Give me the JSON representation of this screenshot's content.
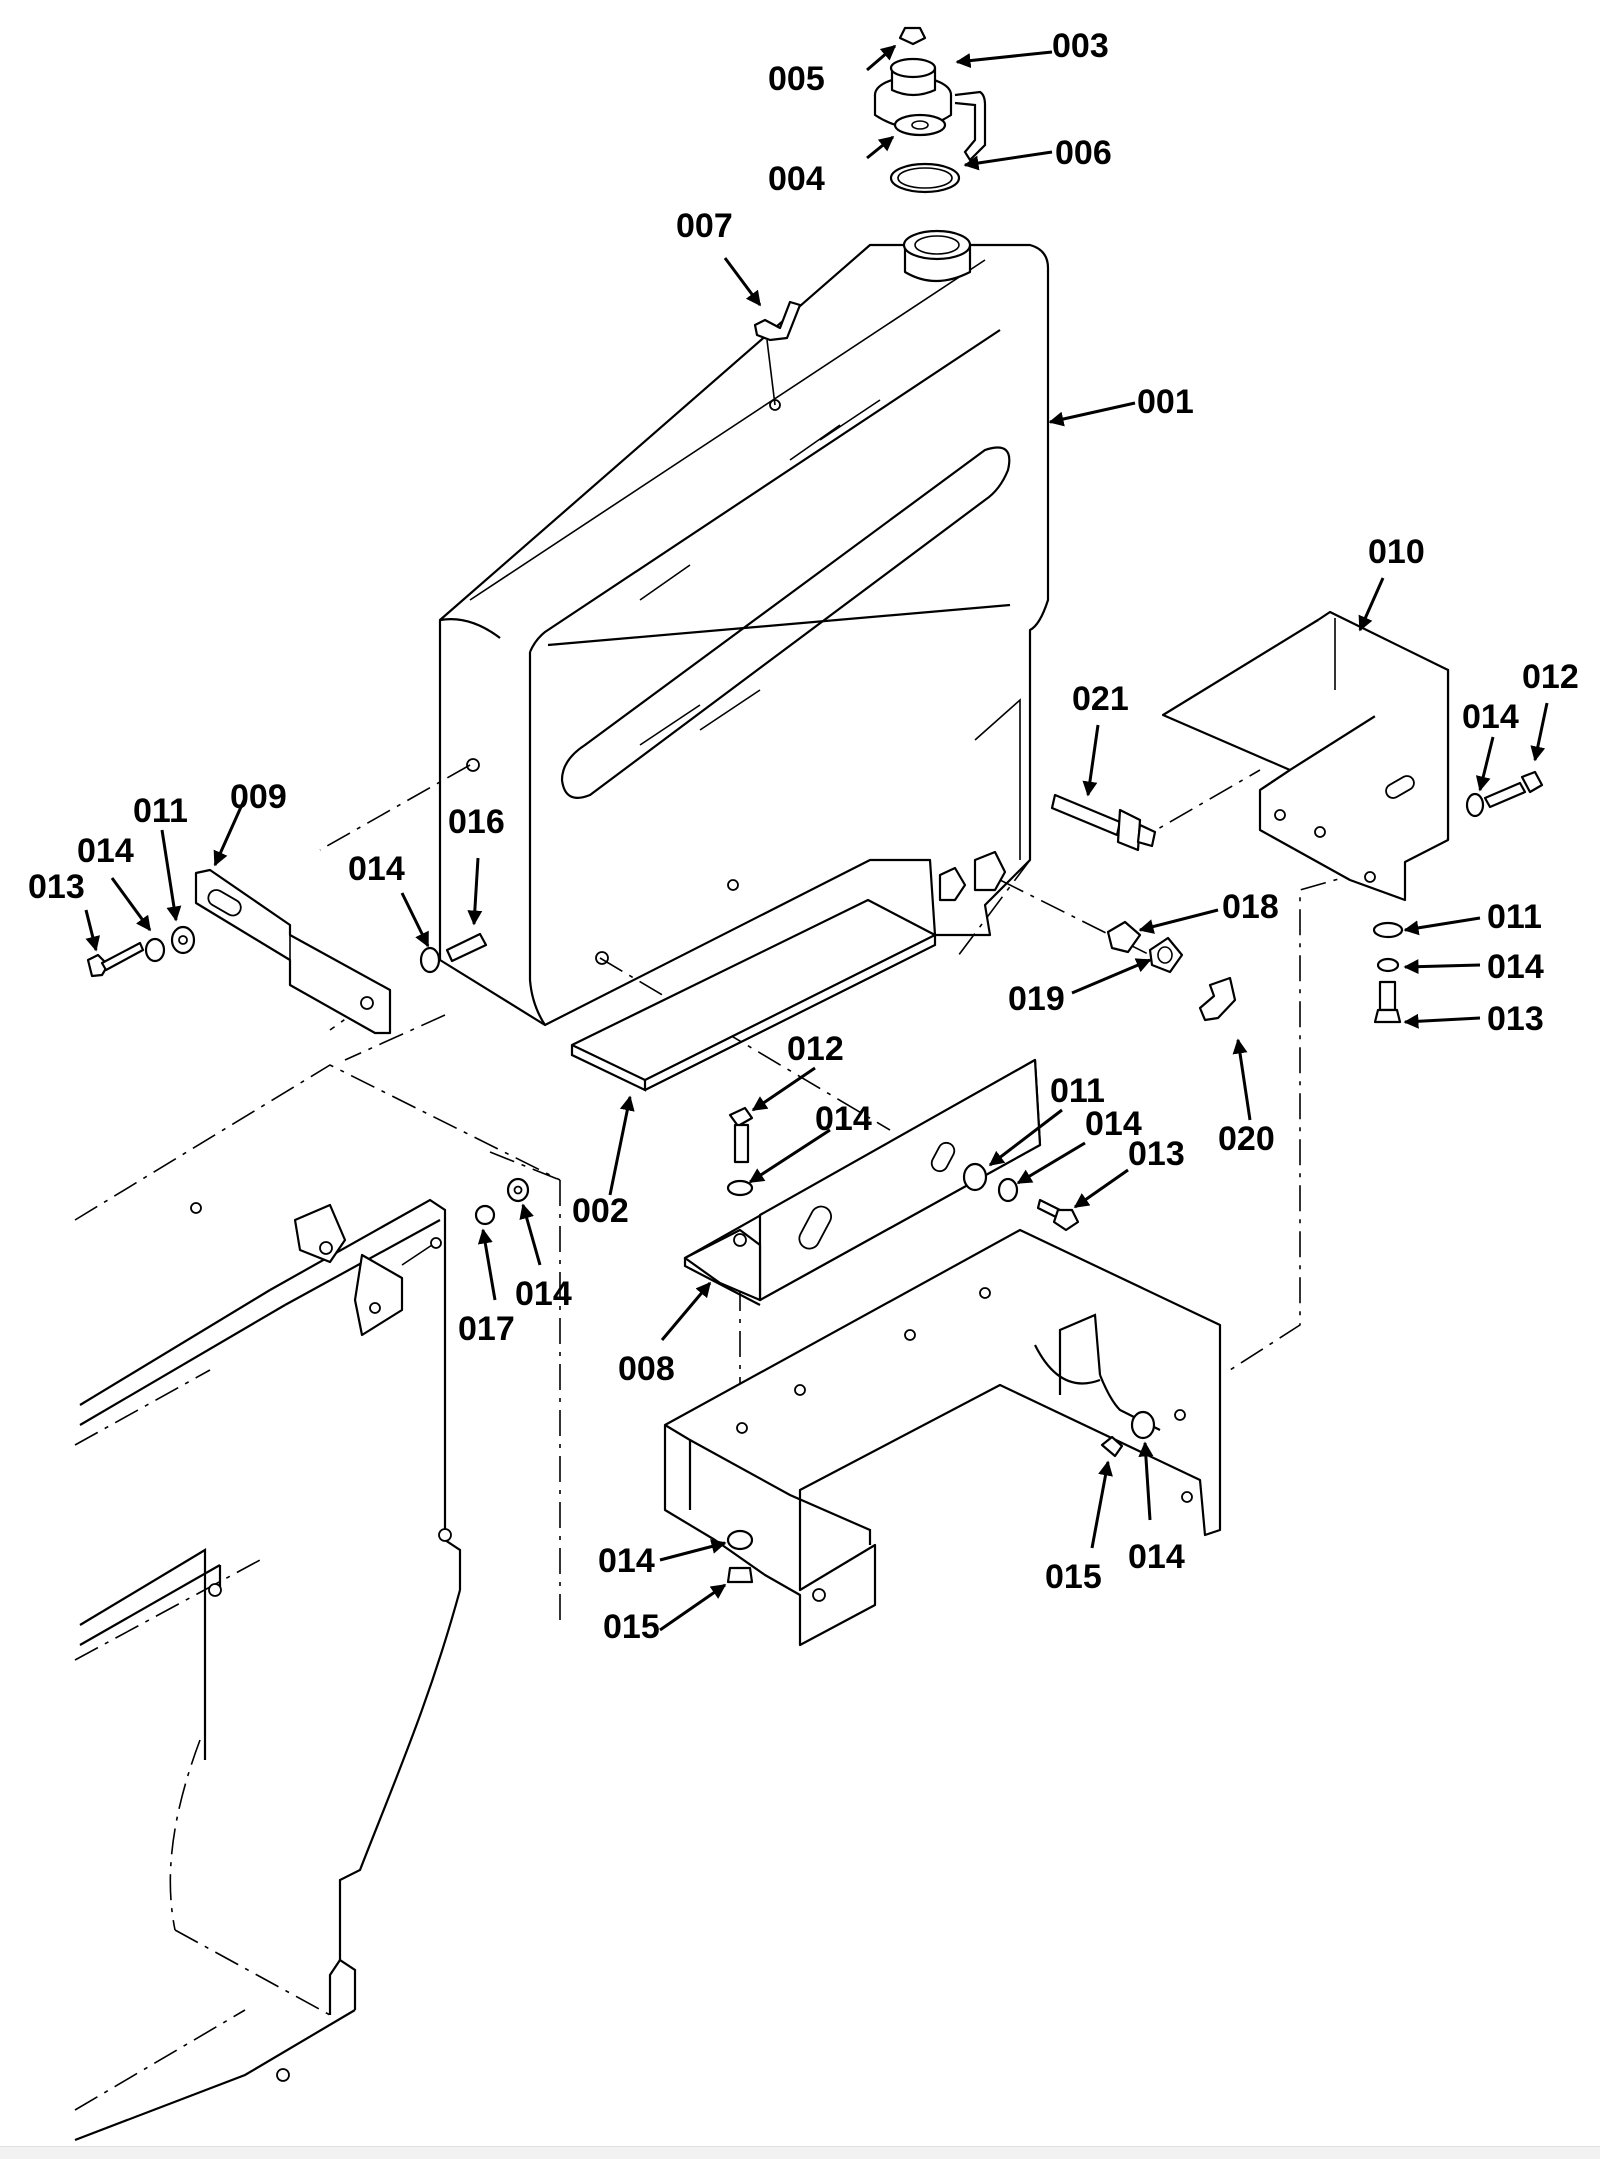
{
  "parts": [
    {
      "id": "p001",
      "label": "001"
    },
    {
      "id": "p002",
      "label": "002"
    },
    {
      "id": "p003",
      "label": "003"
    },
    {
      "id": "p004",
      "label": "004"
    },
    {
      "id": "p005",
      "label": "005"
    },
    {
      "id": "p006",
      "label": "006"
    },
    {
      "id": "p007",
      "label": "007"
    },
    {
      "id": "p008",
      "label": "008"
    },
    {
      "id": "p009",
      "label": "009"
    },
    {
      "id": "p010",
      "label": "010"
    },
    {
      "id": "p011a",
      "label": "011"
    },
    {
      "id": "p011b",
      "label": "011"
    },
    {
      "id": "p011c",
      "label": "011"
    },
    {
      "id": "p012a",
      "label": "012"
    },
    {
      "id": "p012b",
      "label": "012"
    },
    {
      "id": "p013a",
      "label": "013"
    },
    {
      "id": "p013b",
      "label": "013"
    },
    {
      "id": "p013c",
      "label": "013"
    },
    {
      "id": "p014a",
      "label": "014"
    },
    {
      "id": "p014b",
      "label": "014"
    },
    {
      "id": "p014c",
      "label": "014"
    },
    {
      "id": "p014d",
      "label": "014"
    },
    {
      "id": "p014e",
      "label": "014"
    },
    {
      "id": "p014f",
      "label": "014"
    },
    {
      "id": "p014g",
      "label": "014"
    },
    {
      "id": "p014h",
      "label": "014"
    },
    {
      "id": "p014i",
      "label": "014"
    },
    {
      "id": "p015a",
      "label": "015"
    },
    {
      "id": "p015b",
      "label": "015"
    },
    {
      "id": "p016",
      "label": "016"
    },
    {
      "id": "p017",
      "label": "017"
    },
    {
      "id": "p018",
      "label": "018"
    },
    {
      "id": "p019",
      "label": "019"
    },
    {
      "id": "p020",
      "label": "020"
    },
    {
      "id": "p021",
      "label": "021"
    }
  ]
}
